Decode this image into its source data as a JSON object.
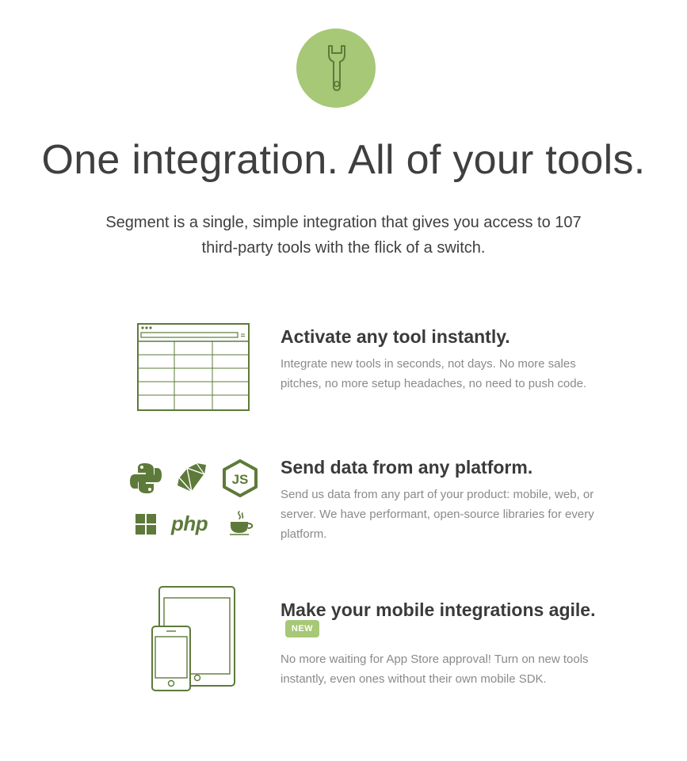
{
  "hero": {
    "icon": "wrench-icon",
    "title": "One integration. All of your tools.",
    "subtitle": "Segment is a single, simple integration that gives you access to 107 third-party tools with the flick of a switch."
  },
  "features": [
    {
      "icon": "dashboard-table-icon",
      "title": "Activate any tool instantly.",
      "description": "Integrate new tools in seconds, not days. No more sales pitches, no more setup headaches, no need to push code."
    },
    {
      "icon": "platform-logos-icon",
      "title": "Send data from any platform.",
      "description": "Send us data from any part of your product: mobile, web, or server. We have performant, open-source libraries for every platform.",
      "logos": {
        "php_text": "php",
        "nodejs_text": "JS"
      }
    },
    {
      "icon": "mobile-devices-icon",
      "title": "Make your mobile integrations agile.",
      "badge": "NEW",
      "description": "No more waiting for App Store approval! Turn on new tools instantly, even ones without their own mobile SDK."
    }
  ],
  "colors": {
    "accent": "#a6c877",
    "icon_stroke": "#5e7a3a",
    "title": "#3f3f3f",
    "muted": "#8a8a8a"
  }
}
